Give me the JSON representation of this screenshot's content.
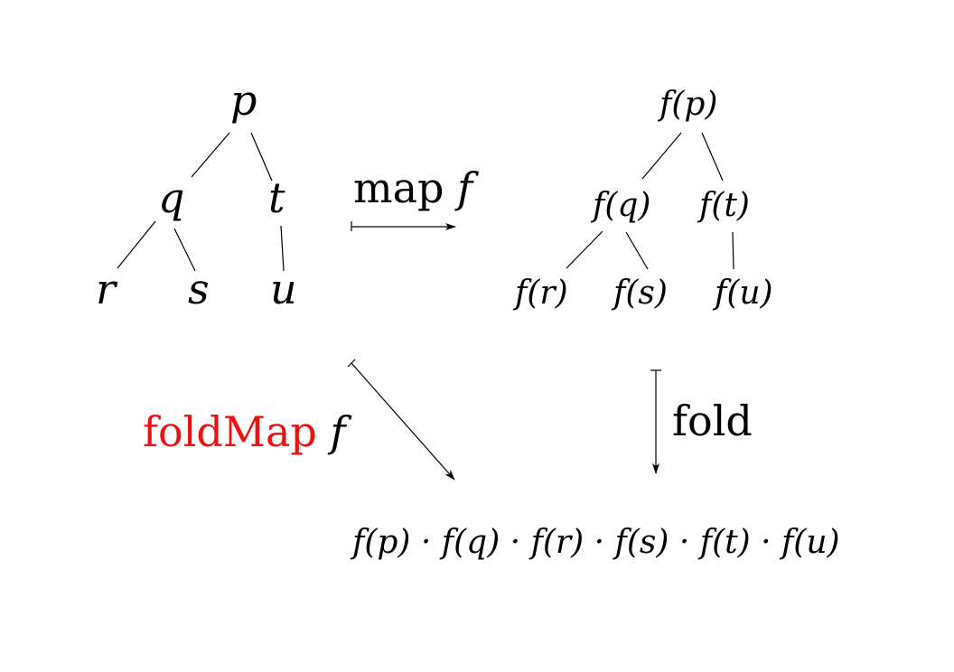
{
  "left_tree": {
    "root": "p",
    "left": "q",
    "right": "t",
    "left_left": "r",
    "left_right": "s",
    "right_child": "u"
  },
  "right_tree": {
    "root": "f(p)",
    "left": "f(q)",
    "right": "f(t)",
    "left_left": "f(r)",
    "left_right": "f(s)",
    "right_child": "f(u)"
  },
  "arrows": {
    "map": {
      "word": "map",
      "var": "f"
    },
    "foldmap": {
      "word": "foldMap",
      "var": "f",
      "word_color": "#ee1111"
    },
    "fold": {
      "word": "fold"
    }
  },
  "result": "f(p) · f(q) · f(r) · f(s) · f(t) · f(u)"
}
